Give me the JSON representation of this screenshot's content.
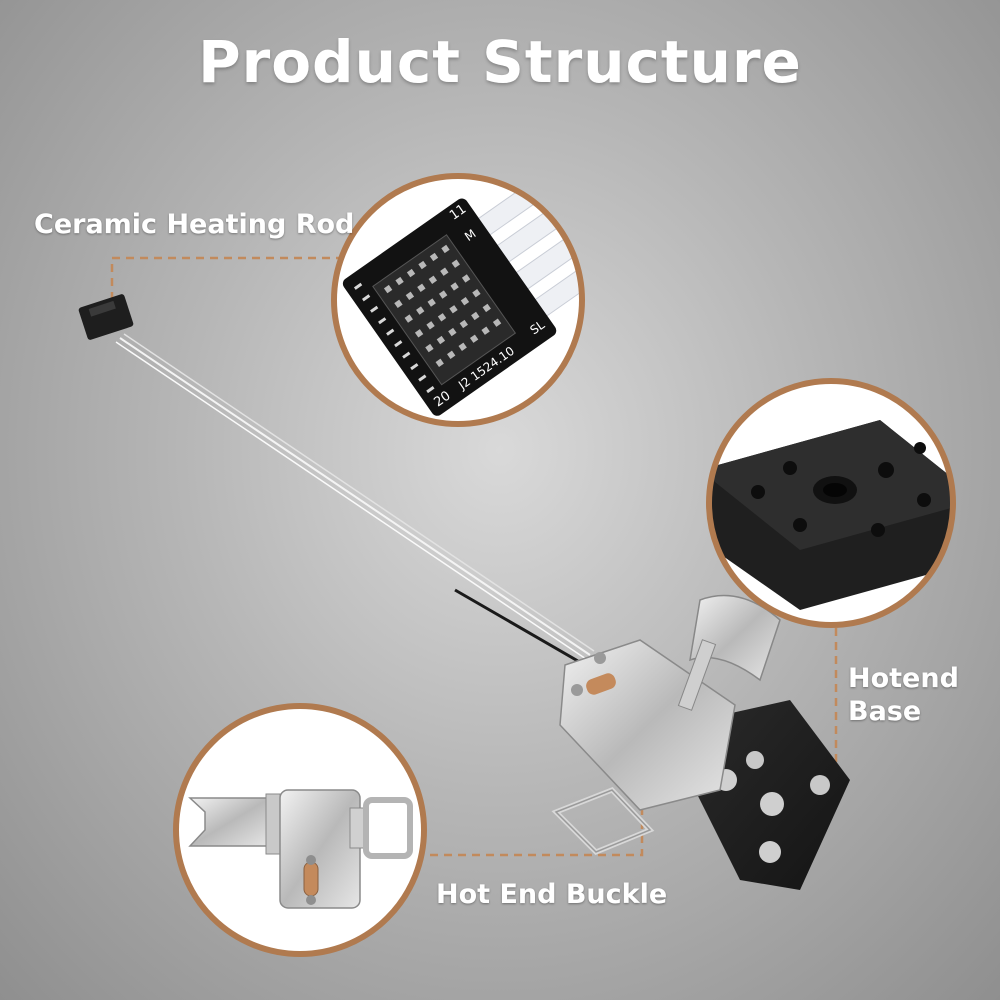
{
  "title": "Product Structure",
  "colors": {
    "ring": "#b07a4f",
    "leader": "#c28a5c",
    "text": "#ffffff"
  },
  "labels": {
    "ceramic_heating_rod": "Ceramic Heating Rod",
    "hotend_base_line1": "Hotend",
    "hotend_base_line2": "Base",
    "hot_end_buckle": "Hot End Buckle"
  },
  "connector_marks": {
    "pin_left": "20",
    "pin_right": "11",
    "ref": "J2 1524.10",
    "mark_m": "M",
    "mark_sl": "SL"
  }
}
